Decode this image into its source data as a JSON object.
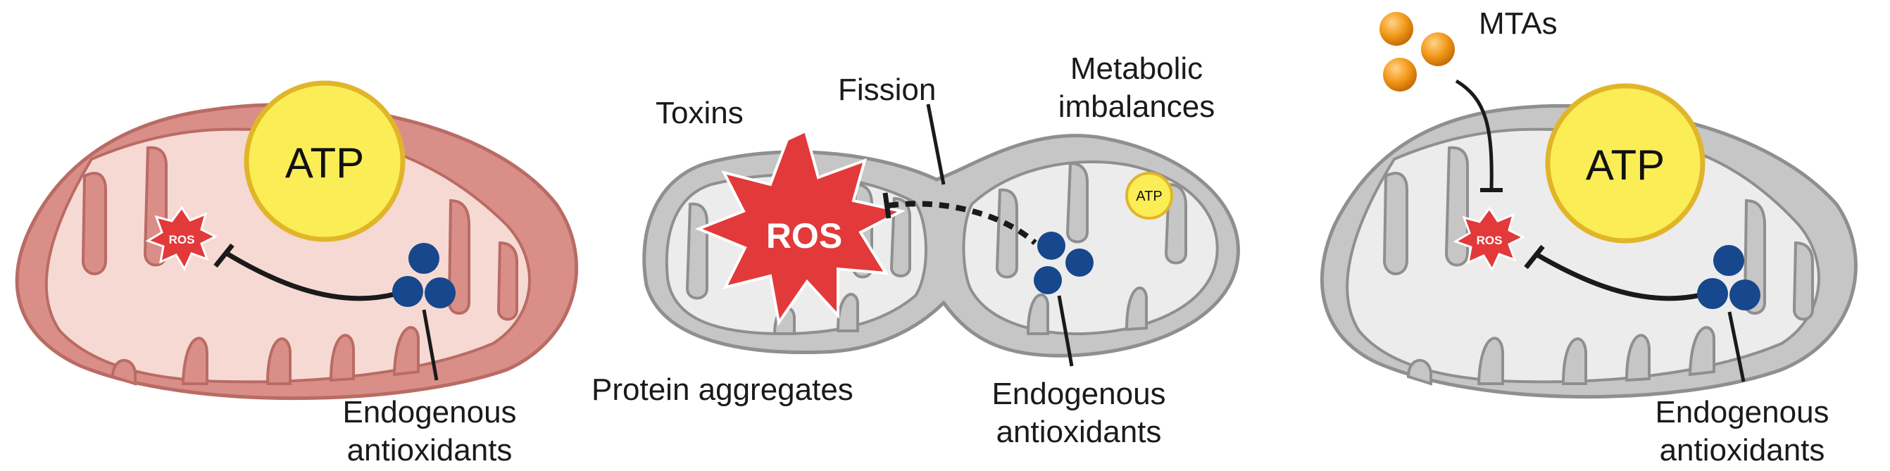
{
  "panels": [
    {
      "id": "healthy",
      "atp": "ATP",
      "ros": "ROS",
      "antioxidants": [
        "Endogenous",
        "antioxidants"
      ]
    },
    {
      "id": "dysfunctional",
      "atp": "ATP",
      "ros": "ROS",
      "toxins": "Toxins",
      "fission": "Fission",
      "metabolic": [
        "Metabolic",
        "imbalances"
      ],
      "protein": "Protein aggregates",
      "antioxidants": [
        "Endogenous",
        "antioxidants"
      ]
    },
    {
      "id": "treated",
      "atp": "ATP",
      "ros": "ROS",
      "mtas": "MTAs",
      "antioxidants": [
        "Endogenous",
        "antioxidants"
      ]
    }
  ],
  "colors": {
    "healthy_outer": "#d98f88",
    "healthy_inner": "#f7d9d3",
    "healthy_stroke": "#b96b64",
    "gray_outer": "#c6c6c6",
    "gray_inner": "#ececec",
    "gray_stroke": "#8f8f8f",
    "atp_fill": "#fbed55",
    "atp_stroke": "#e1b52a",
    "ros_fill": "#e2393a",
    "antioxidant": "#17478c",
    "mta": "#ee9216"
  }
}
